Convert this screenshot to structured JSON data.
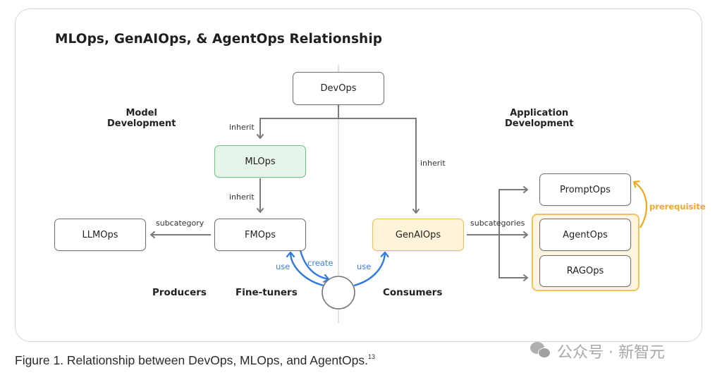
{
  "diagram": {
    "title": "MLOps, GenAIOps, & AgentOps Relationship",
    "sections": {
      "left": "Model\nDevelopment",
      "right": "Application\nDevelopment"
    },
    "nodes": {
      "devops": "DevOps",
      "mlops": "MLOps",
      "fmops": "FMOps",
      "llmops": "LLMOps",
      "genaiops": "GenAIOps",
      "promptops": "PromptOps",
      "agentops": "AgentOps",
      "ragops": "RAGOps"
    },
    "edge_labels": {
      "devops_to_mlops": "inherit",
      "mlops_to_fmops": "inherit",
      "devops_to_genaiops": "inherit",
      "fmops_to_llmops": "subcategory",
      "genaiops_to_children": "subcategories",
      "prerequisite": "prerequisite",
      "use_left": "use",
      "create": "create",
      "use_right": "use"
    },
    "roles": {
      "producers": "Producers",
      "fine_tuners": "Fine-tuners",
      "consumers": "Consumers"
    },
    "colors": {
      "mlops_fill": "#e6f4ea",
      "mlops_border": "#6cc08a",
      "genai_fill": "#fff3d9",
      "genai_border": "#f2bd52",
      "arrow_gray": "#7a7a7a",
      "arrow_blue": "#2f7be0",
      "arrow_orange": "#f2a81d"
    }
  },
  "caption": {
    "text": "Figure 1. Relationship between DevOps, MLOps, and AgentOps.",
    "footnote": "13"
  },
  "watermark": {
    "text": "公众号 · 新智元"
  }
}
